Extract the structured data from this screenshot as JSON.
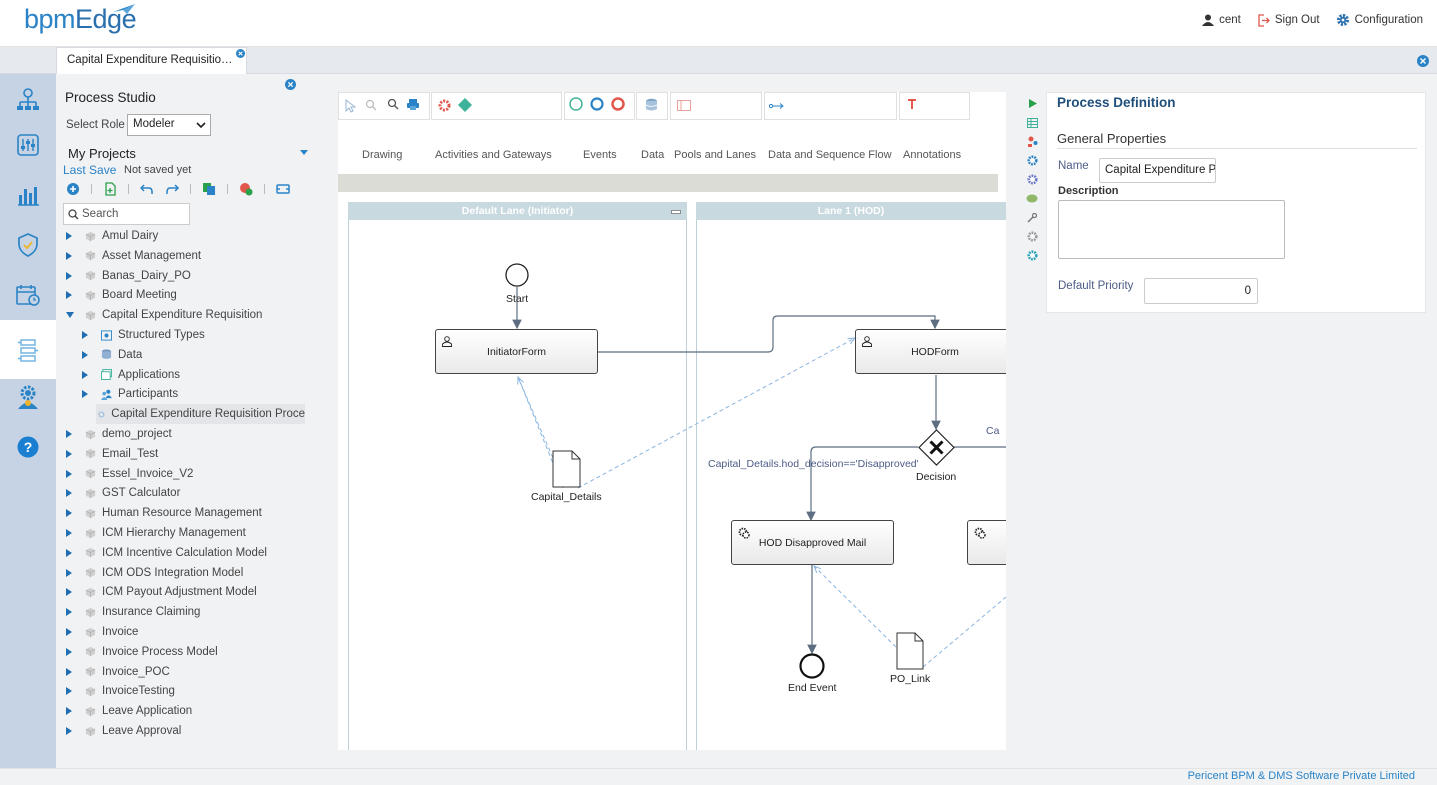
{
  "app": {
    "logo_prefix": "bpm",
    "logo_suffix": "Edge",
    "user": "cent",
    "sign_out": "Sign Out",
    "configuration": "Configuration",
    "footer": "Pericent BPM & DMS Software Private Limited"
  },
  "tabs": [
    {
      "label": "Capital Expenditure Requisitio…"
    }
  ],
  "leftnav": [
    {
      "icon": "process-map-icon"
    },
    {
      "icon": "sliders-icon"
    },
    {
      "icon": "analytics-icon"
    },
    {
      "icon": "shield-check-icon"
    },
    {
      "icon": "calendar-clock-icon"
    },
    {
      "icon": "process-studio-icon",
      "active": true
    },
    {
      "icon": "admin-gear-user-icon"
    },
    {
      "icon": "help-icon"
    }
  ],
  "studio": {
    "title": "Process Studio",
    "role_label": "Select Role",
    "role_value": "Modeler",
    "projects_title": "My Projects",
    "last_save": "Last Save",
    "save_status": "Not saved yet",
    "search_placeholder": "Search"
  },
  "tree": [
    {
      "label": "Amul Dairy",
      "level": 0
    },
    {
      "label": "Asset Management",
      "level": 0
    },
    {
      "label": "Banas_Dairy_PO",
      "level": 0
    },
    {
      "label": "Board Meeting",
      "level": 0
    },
    {
      "label": "Capital Expenditure Requisition",
      "level": 0,
      "expanded": true
    },
    {
      "label": "Structured Types",
      "level": 1
    },
    {
      "label": "Data",
      "level": 1
    },
    {
      "label": "Applications",
      "level": 1
    },
    {
      "label": "Participants",
      "level": 1
    },
    {
      "label": "Capital Expenditure Requisition Proce",
      "level": 2,
      "selected": true
    },
    {
      "label": "demo_project",
      "level": 0
    },
    {
      "label": "Email_Test",
      "level": 0
    },
    {
      "label": "Essel_Invoice_V2",
      "level": 0
    },
    {
      "label": "GST Calculator",
      "level": 0
    },
    {
      "label": "Human Resource Management",
      "level": 0
    },
    {
      "label": "ICM Hierarchy Management",
      "level": 0
    },
    {
      "label": "ICM Incentive Calculation Model",
      "level": 0
    },
    {
      "label": "ICM ODS Integration Model",
      "level": 0
    },
    {
      "label": "ICM Payout Adjustment Model",
      "level": 0
    },
    {
      "label": "Insurance Claiming",
      "level": 0
    },
    {
      "label": "Invoice",
      "level": 0
    },
    {
      "label": "Invoice Process Model",
      "level": 0
    },
    {
      "label": "Invoice_POC",
      "level": 0
    },
    {
      "label": "InvoiceTesting",
      "level": 0
    },
    {
      "label": "Leave Application",
      "level": 0
    },
    {
      "label": "Leave Approval",
      "level": 0
    }
  ],
  "palette": {
    "drawing": "Drawing",
    "activities": "Activities and Gateways",
    "events": "Events",
    "data": "Data",
    "pools": "Pools and Lanes",
    "flow": "Data and Sequence Flow",
    "annotations": "Annotations"
  },
  "diagram": {
    "lane1": "Default Lane (Initiator)",
    "lane2": "Lane 1 (HOD)",
    "start": "Start",
    "initiator_form": "InitiatorForm",
    "hod_form": "HODForm",
    "capital_details": "Capital_Details",
    "decision": "Decision",
    "condition_disapproved": "Capital_Details.hod_decision=='Disapproved'",
    "condition_cut": "Ca",
    "hod_disapproved_mail": "HOD Disapproved Mail",
    "end_event": "End Event",
    "po_link": "PO_Link"
  },
  "properties": {
    "title": "Process Definition",
    "section": "General Properties",
    "name_label": "Name",
    "name_value": "Capital Expenditure P",
    "description_label": "Description",
    "priority_label": "Default Priority",
    "priority_value": "0"
  },
  "colors": {
    "brand": "#2a83c6",
    "nav_bg": "#c5d3e4",
    "lane_header": "#c8d9df"
  }
}
